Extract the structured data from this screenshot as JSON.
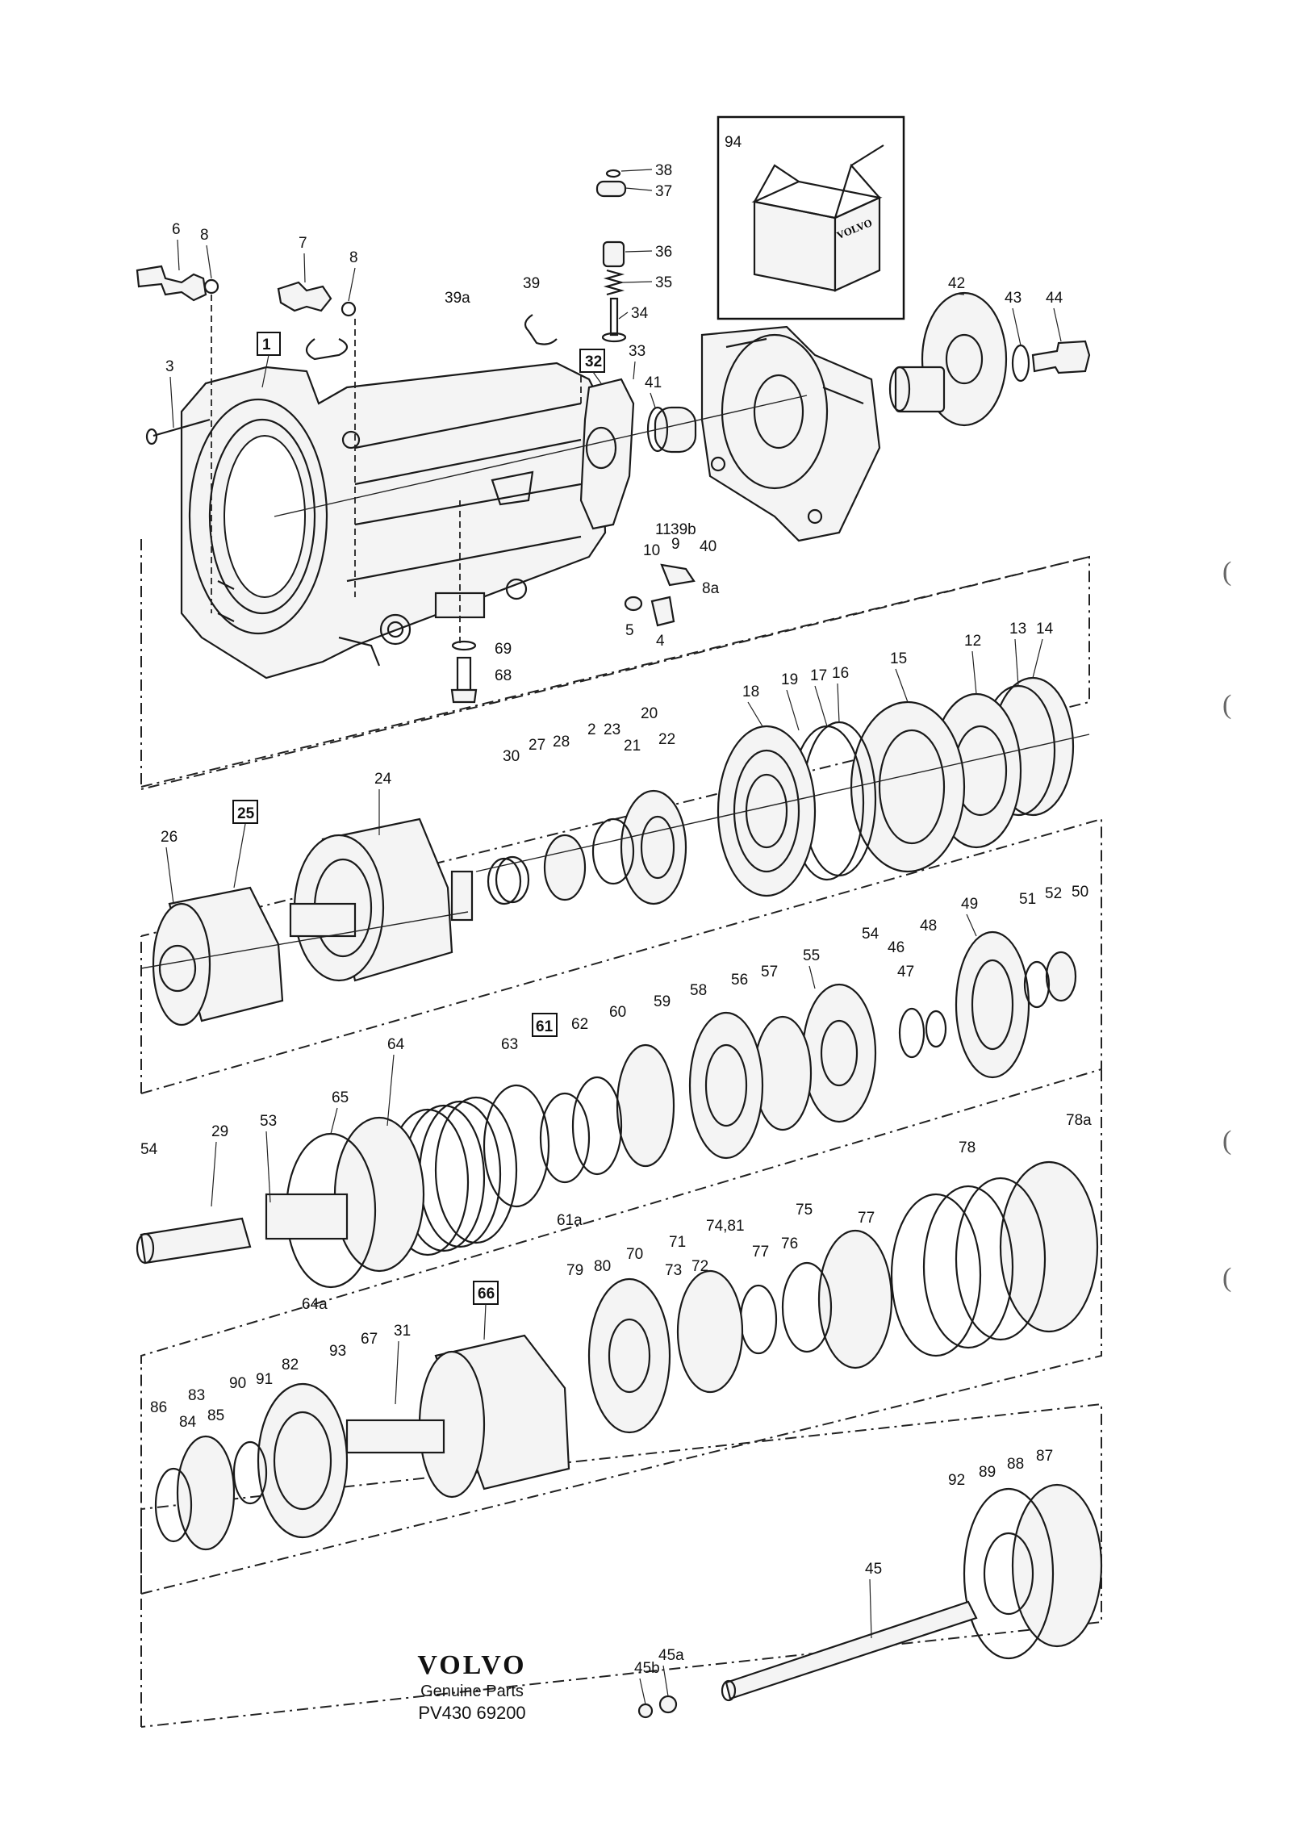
{
  "kit_box": {
    "brand_text": "VOLVO"
  },
  "footer": {
    "brand": "VOLVO",
    "subtitle": "Genuine Parts",
    "code": "PV430 69200"
  },
  "margin_marks": [
    "(",
    "(",
    "(",
    "("
  ],
  "callouts": [
    {
      "id": "94",
      "text": "94"
    },
    {
      "id": "38",
      "text": "38"
    },
    {
      "id": "37",
      "text": "37"
    },
    {
      "id": "6",
      "text": "6"
    },
    {
      "id": "8-left",
      "text": "8"
    },
    {
      "id": "7",
      "text": "7"
    },
    {
      "id": "8-mid",
      "text": "8"
    },
    {
      "id": "36",
      "text": "36"
    },
    {
      "id": "35",
      "text": "35"
    },
    {
      "id": "34",
      "text": "34"
    },
    {
      "id": "39a",
      "text": "39a"
    },
    {
      "id": "39",
      "text": "39"
    },
    {
      "id": "42",
      "text": "42"
    },
    {
      "id": "43",
      "text": "43"
    },
    {
      "id": "44",
      "text": "44"
    },
    {
      "id": "1",
      "text": "1",
      "boxed": true
    },
    {
      "id": "32",
      "text": "32",
      "boxed": true
    },
    {
      "id": "33",
      "text": "33"
    },
    {
      "id": "3",
      "text": "3"
    },
    {
      "id": "41",
      "text": "41"
    },
    {
      "id": "11",
      "text": "11"
    },
    {
      "id": "39b",
      "text": "39b"
    },
    {
      "id": "40",
      "text": "40"
    },
    {
      "id": "9",
      "text": "9"
    },
    {
      "id": "10",
      "text": "10"
    },
    {
      "id": "8a",
      "text": "8a"
    },
    {
      "id": "5",
      "text": "5"
    },
    {
      "id": "4",
      "text": "4"
    },
    {
      "id": "69",
      "text": "69"
    },
    {
      "id": "68",
      "text": "68"
    },
    {
      "id": "12",
      "text": "12"
    },
    {
      "id": "13",
      "text": "13"
    },
    {
      "id": "14",
      "text": "14"
    },
    {
      "id": "15",
      "text": "15"
    },
    {
      "id": "16",
      "text": "16"
    },
    {
      "id": "17",
      "text": "17"
    },
    {
      "id": "19",
      "text": "19"
    },
    {
      "id": "18",
      "text": "18"
    },
    {
      "id": "20",
      "text": "20"
    },
    {
      "id": "23",
      "text": "23"
    },
    {
      "id": "21",
      "text": "21"
    },
    {
      "id": "22",
      "text": "22"
    },
    {
      "id": "2",
      "text": "2"
    },
    {
      "id": "28",
      "text": "28"
    },
    {
      "id": "27",
      "text": "27"
    },
    {
      "id": "30",
      "text": "30"
    },
    {
      "id": "24",
      "text": "24"
    },
    {
      "id": "25",
      "text": "25",
      "boxed": true
    },
    {
      "id": "26",
      "text": "26"
    },
    {
      "id": "51",
      "text": "51"
    },
    {
      "id": "52",
      "text": "52"
    },
    {
      "id": "50",
      "text": "50"
    },
    {
      "id": "49",
      "text": "49"
    },
    {
      "id": "48",
      "text": "48"
    },
    {
      "id": "46",
      "text": "46"
    },
    {
      "id": "47",
      "text": "47"
    },
    {
      "id": "54-top",
      "text": "54"
    },
    {
      "id": "55",
      "text": "55"
    },
    {
      "id": "57",
      "text": "57"
    },
    {
      "id": "56",
      "text": "56"
    },
    {
      "id": "58",
      "text": "58"
    },
    {
      "id": "59",
      "text": "59"
    },
    {
      "id": "60",
      "text": "60"
    },
    {
      "id": "62",
      "text": "62"
    },
    {
      "id": "61",
      "text": "61",
      "boxed": true
    },
    {
      "id": "63",
      "text": "63"
    },
    {
      "id": "64",
      "text": "64"
    },
    {
      "id": "65",
      "text": "65"
    },
    {
      "id": "61a",
      "text": "61a"
    },
    {
      "id": "29",
      "text": "29"
    },
    {
      "id": "53",
      "text": "53"
    },
    {
      "id": "54-left",
      "text": "54"
    },
    {
      "id": "64a",
      "text": "64a"
    },
    {
      "id": "78a",
      "text": "78a"
    },
    {
      "id": "78",
      "text": "78"
    },
    {
      "id": "75",
      "text": "75"
    },
    {
      "id": "77-top",
      "text": "77"
    },
    {
      "id": "74-81",
      "text": "74,81"
    },
    {
      "id": "71",
      "text": "71"
    },
    {
      "id": "76",
      "text": "76"
    },
    {
      "id": "77-mid",
      "text": "77"
    },
    {
      "id": "73",
      "text": "73"
    },
    {
      "id": "72",
      "text": "72"
    },
    {
      "id": "79",
      "text": "79"
    },
    {
      "id": "80",
      "text": "80"
    },
    {
      "id": "70",
      "text": "70"
    },
    {
      "id": "66",
      "text": "66",
      "boxed": true
    },
    {
      "id": "31",
      "text": "31"
    },
    {
      "id": "67",
      "text": "67"
    },
    {
      "id": "93",
      "text": "93"
    },
    {
      "id": "82",
      "text": "82"
    },
    {
      "id": "91",
      "text": "91"
    },
    {
      "id": "90",
      "text": "90"
    },
    {
      "id": "83",
      "text": "83"
    },
    {
      "id": "86",
      "text": "86"
    },
    {
      "id": "84",
      "text": "84"
    },
    {
      "id": "85",
      "text": "85"
    },
    {
      "id": "87",
      "text": "87"
    },
    {
      "id": "88",
      "text": "88"
    },
    {
      "id": "89",
      "text": "89"
    },
    {
      "id": "92",
      "text": "92"
    },
    {
      "id": "45",
      "text": "45"
    },
    {
      "id": "45a",
      "text": "45a"
    },
    {
      "id": "45b",
      "text": "45b"
    }
  ]
}
